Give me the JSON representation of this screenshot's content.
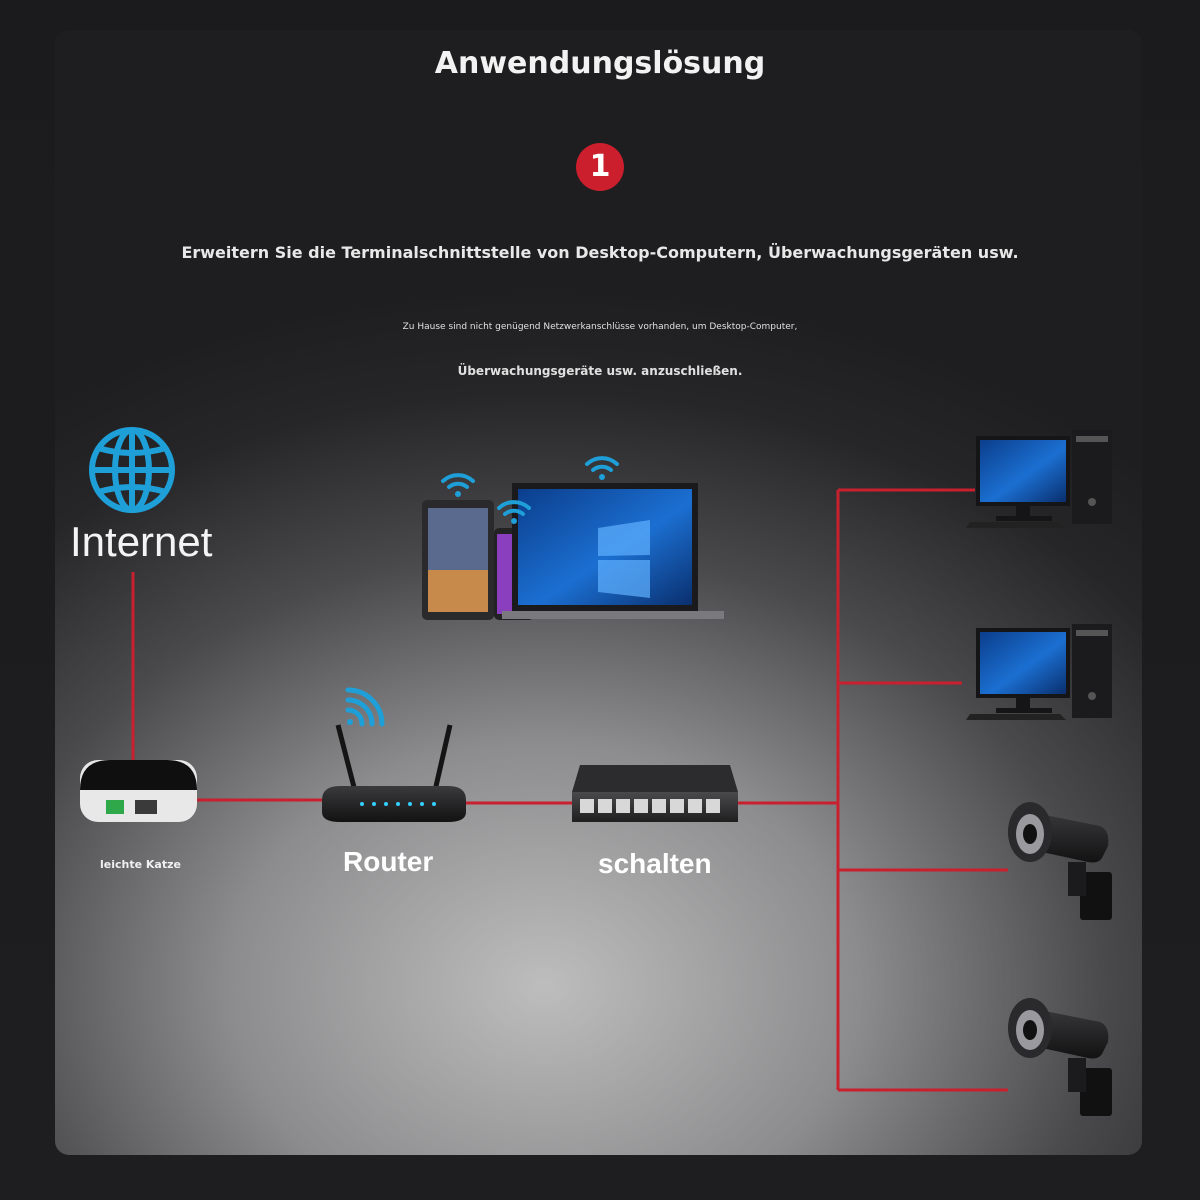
{
  "header": {
    "title": "Anwendungslösung",
    "step_number": "1",
    "subtitle": "Erweitern Sie die Terminalschnittstelle von Desktop-Computern, Überwachungsgeräten usw.",
    "desc_line1": "Zu Hause sind nicht genügend Netzwerkanschlüsse vorhanden, um Desktop-Computer,",
    "desc_line2": "Überwachungsgeräte usw. anzuschließen."
  },
  "nodes": {
    "internet_label": "Internet",
    "modem_label": "leichte Katze",
    "router_label": "Router",
    "switch_label": "schalten"
  },
  "colors": {
    "accent_red": "#cc1f2d",
    "wifi_blue": "#1e9fd8",
    "link_red": "#c9202f"
  },
  "icons": [
    "globe-icon",
    "wifi-icon",
    "tablet-icon",
    "phone-icon",
    "laptop-icon",
    "modem-icon",
    "router-icon",
    "switch-icon",
    "desktop-pc-icon",
    "security-camera-icon"
  ]
}
